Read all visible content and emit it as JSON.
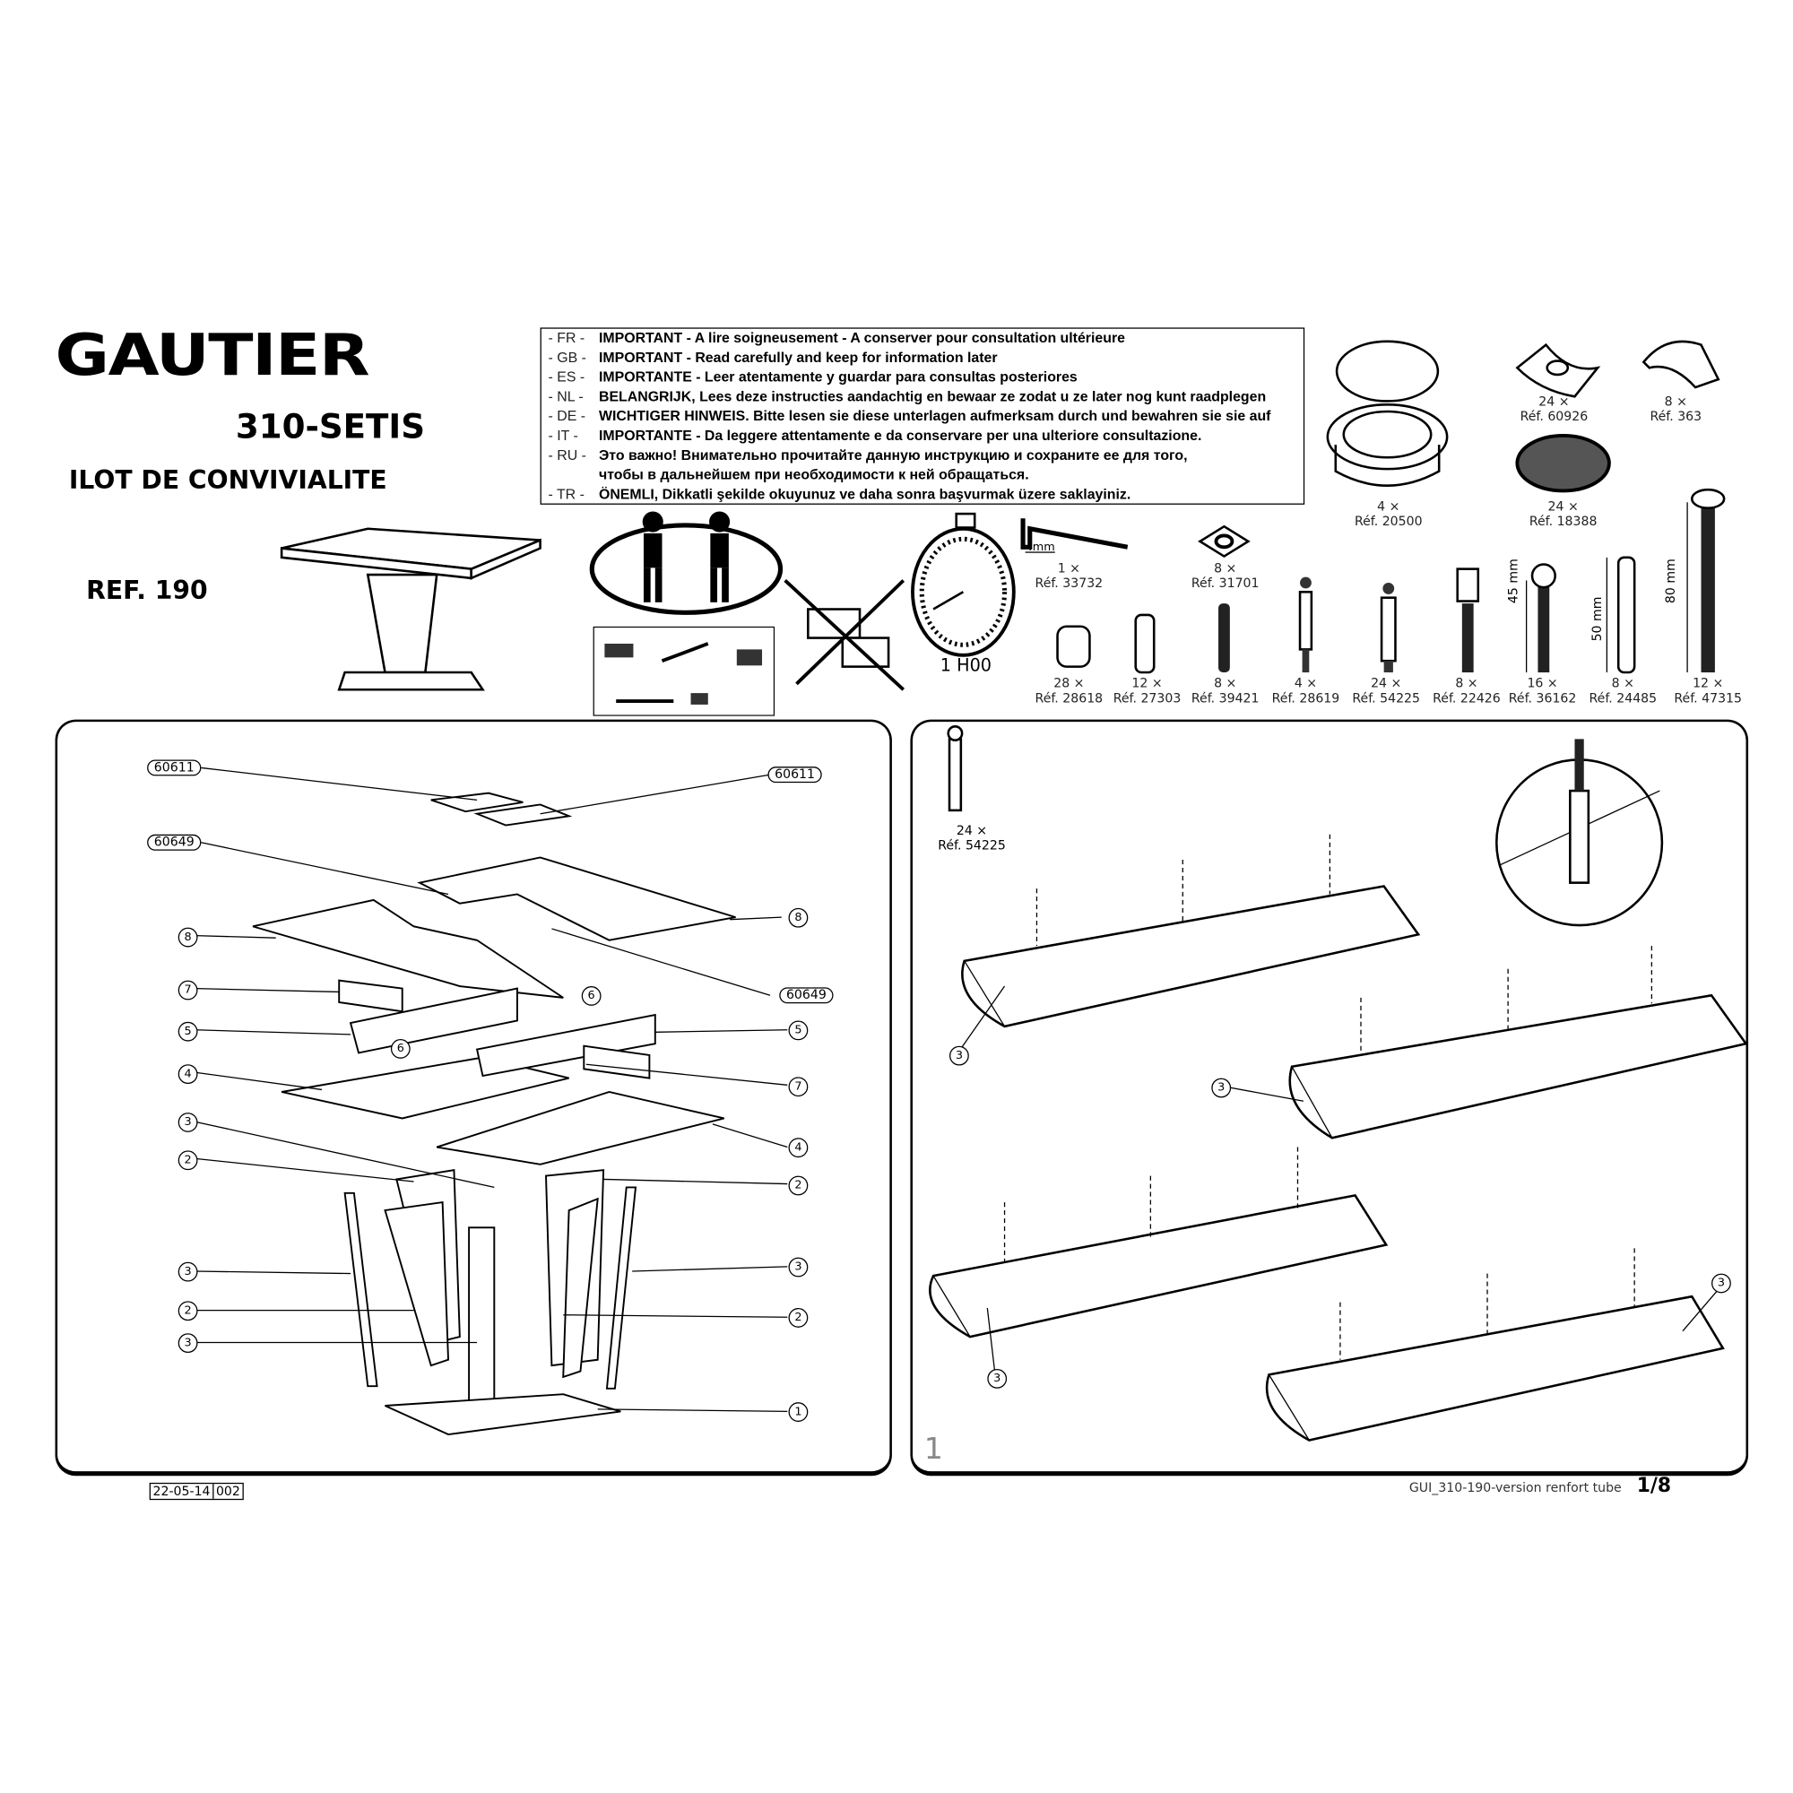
{
  "header": {
    "brand": "GAUTIER",
    "model": "310-SETIS",
    "product_name": "ILOT DE CONVIVIALITE",
    "reference": "REF. 190"
  },
  "warnings": [
    {
      "code": "- FR -",
      "text": "IMPORTANT - A lire soigneusement - A conserver pour consultation ultérieure"
    },
    {
      "code": "- GB -",
      "text": "IMPORTANT - Read carefully and keep for information later"
    },
    {
      "code": "- ES -",
      "text": "IMPORTANTE - Leer atentamente y guardar para consultas posteriores"
    },
    {
      "code": "- NL -",
      "text": "BELANGRIJK, Lees deze instructies aandachtig en bewaar ze zodat u ze later nog kunt raadplegen"
    },
    {
      "code": "- DE -",
      "text": "WICHTIGER HINWEIS. Bitte lesen sie diese unterlagen aufmerksam durch und bewahren sie sie auf"
    },
    {
      "code": "-  IT  -",
      "text": "IMPORTANTE - Da leggere attentamente e da conservare per una ulteriore consultazione."
    },
    {
      "code": "- RU -",
      "text": "Это важно! Внимательно прочитайте данную инструкцию и сохраните ее для того,"
    },
    {
      "code": "",
      "text": "чтобы в дальнейшем при необходимости к ней обращаться."
    },
    {
      "code": "- TR -",
      "text": "ÖNEMLI, Dikkatli şekilde okuyunuz ve daha sonra başvurmak üzere saklayiniz."
    }
  ],
  "assembly_time": "1 H00",
  "allen_key_size": "4mm",
  "hardware": [
    {
      "qty": "4 ×",
      "ref": "Réf. 20500"
    },
    {
      "qty": "24 ×",
      "ref": "Réf. 60926"
    },
    {
      "qty": "8 ×",
      "ref": "Réf. 363"
    },
    {
      "qty": "24 ×",
      "ref": "Réf. 18388"
    },
    {
      "qty": "1 ×",
      "ref": "Réf. 33732"
    },
    {
      "qty": "8 ×",
      "ref": "Réf. 31701"
    },
    {
      "qty": "28 ×",
      "ref": "Réf. 28618"
    },
    {
      "qty": "12 ×",
      "ref": "Réf. 27303"
    },
    {
      "qty": "8 ×",
      "ref": "Réf. 39421"
    },
    {
      "qty": "4 ×",
      "ref": "Réf. 28619"
    },
    {
      "qty": "24 ×",
      "ref": "Réf. 54225"
    },
    {
      "qty": "8 ×",
      "ref": "Réf. 22426"
    },
    {
      "qty": "16 ×",
      "ref": "Réf. 36162"
    },
    {
      "qty": "8 ×",
      "ref": "Réf. 24485"
    },
    {
      "qty": "12 ×",
      "ref": "Réf. 47315"
    }
  ],
  "dimensions": {
    "d45": "45 mm",
    "d50": "50 mm",
    "d80": "80 mm"
  },
  "exploded": {
    "part_refs": [
      "60611",
      "60611",
      "60649",
      "60649"
    ],
    "left_numbers": [
      "8",
      "7",
      "5",
      "6",
      "4",
      "3",
      "2",
      "3",
      "2",
      "3"
    ],
    "right_numbers": [
      "8",
      "6",
      "5",
      "7",
      "4",
      "2",
      "3",
      "2",
      "1"
    ]
  },
  "step": {
    "number": "1",
    "part_qty": "24 ×",
    "part_ref": "Réf. 54225",
    "callouts": [
      "3",
      "3",
      "3",
      "3"
    ]
  },
  "footer": {
    "date": "22-05-14",
    "code": "002",
    "doc_name": "GUI_310-190-version renfort tube",
    "page": "1/8"
  }
}
